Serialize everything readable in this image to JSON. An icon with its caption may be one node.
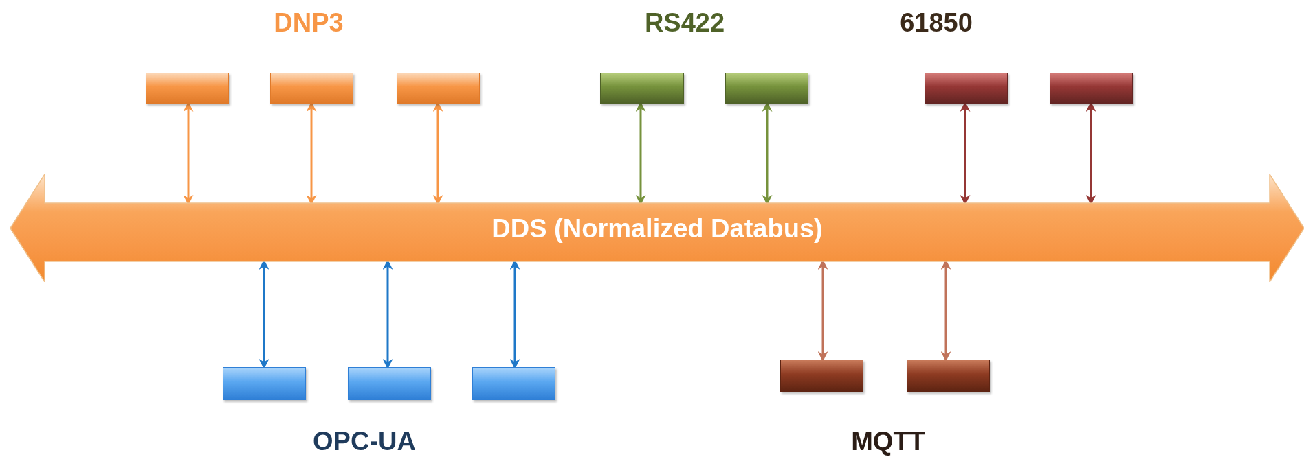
{
  "diagram": {
    "nodes": [
      {
        "text": [],
        "shape": "box"
      },
      {
        "text": [],
        "shape": "box"
      },
      {
        "text": [],
        "shape": "box"
      },
      {
        "text": [],
        "shape": "box"
      },
      {
        "text": [],
        "shape": "box"
      },
      {
        "text": [],
        "shape": "box"
      },
      {
        "text": [],
        "shape": "box"
      },
      {
        "text": [
          "DDS (Normalized Databus)"
        ]
      },
      {
        "text": [],
        "shape": "box"
      },
      {
        "text": [],
        "shape": "box"
      },
      {
        "text": [],
        "shape": "box"
      },
      {
        "text": [],
        "shape": "box"
      },
      {
        "text": [],
        "shape": "box"
      }
    ],
    "edges": [
      {
        "from": 0,
        "to": 7,
        "arrow": "both",
        "color": "#f79646"
      },
      {
        "from": 1,
        "to": 7,
        "arrow": "both",
        "color": "#f79646"
      },
      {
        "from": 2,
        "to": 7,
        "arrow": "both",
        "color": "#f79646"
      },
      {
        "from": 3,
        "to": 7,
        "arrow": "both",
        "color": "#76923c"
      },
      {
        "from": 4,
        "to": 7,
        "arrow": "both",
        "color": "#76923c"
      },
      {
        "from": 5,
        "to": 7,
        "arrow": "both",
        "color": "#953735"
      },
      {
        "from": 6,
        "to": 7,
        "arrow": "both",
        "color": "#953735"
      },
      {
        "from": 7,
        "to": 8,
        "arrow": "both",
        "color": "#1f78c8"
      },
      {
        "from": 7,
        "to": 9,
        "arrow": "both",
        "color": "#1f78c8"
      },
      {
        "from": 7,
        "to": 10,
        "arrow": "both",
        "color": "#1f78c8"
      },
      {
        "from": 7,
        "to": 11,
        "arrow": "both",
        "color": "#c0735a"
      },
      {
        "from": 7,
        "to": 12,
        "arrow": "both",
        "color": "#c0735a"
      }
    ],
    "labels": [
      "DNP3",
      "RS422",
      "61850",
      "OPC-UA",
      "MQTT"
    ]
  }
}
